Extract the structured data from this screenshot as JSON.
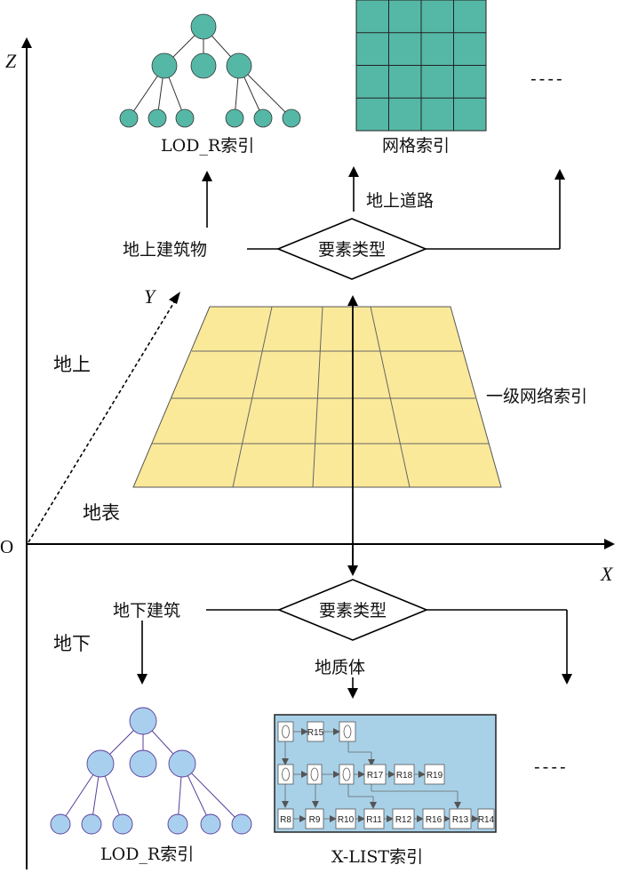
{
  "axes": {
    "z": "Z",
    "y": "Y",
    "x": "X",
    "origin": "O"
  },
  "zones": {
    "above": "地上",
    "surface": "地表",
    "below": "地下"
  },
  "upper": {
    "decision": "要素类型",
    "left_branch": "地上建筑物",
    "up_branch": "地上道路",
    "lod_index": "LOD_R索引",
    "grid_index": "网格索引",
    "ellipsis": "----"
  },
  "middle": {
    "grid_label": "一级网络索引"
  },
  "lower": {
    "decision": "要素类型",
    "left_branch": "地下建筑",
    "down_branch": "地质体",
    "lod_index": "LOD_R索引",
    "xlist_index": "X-LIST索引",
    "ellipsis": "----",
    "xlist_row1": [
      "R15"
    ],
    "xlist_row2": [
      "R17",
      "R18",
      "R19"
    ],
    "xlist_row3": [
      "R8",
      "R9",
      "R10",
      "R11",
      "R12",
      "R16",
      "R13",
      "R14"
    ]
  },
  "colors": {
    "teal": "#55b8a6",
    "grid_yellow": "#fbe99a",
    "light_blue": "#a8d1e8",
    "node_blue": "#a9cfee",
    "purple_line": "#5a3f9a"
  }
}
